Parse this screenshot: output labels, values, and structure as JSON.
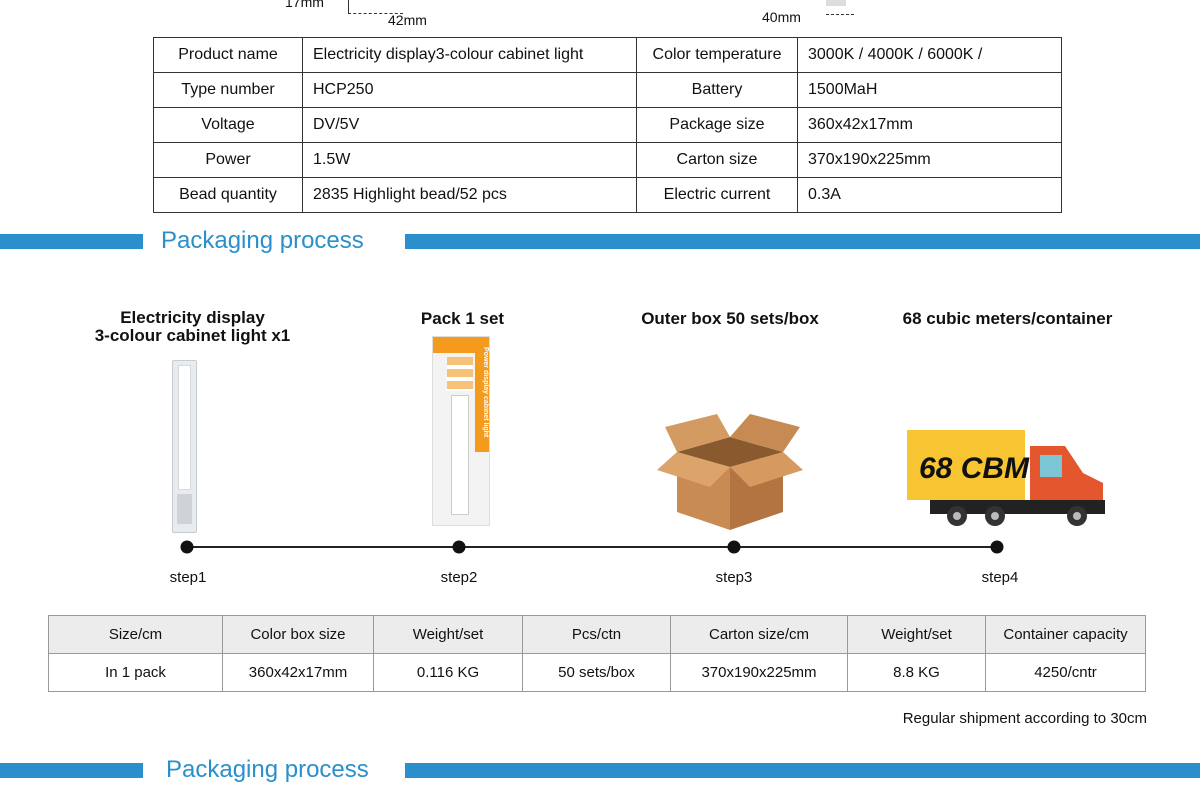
{
  "dimensions": {
    "height": "17mm",
    "width": "42mm",
    "side": "40mm"
  },
  "spec_table": [
    [
      "Product name",
      "Electricity display3-colour cabinet light",
      "Color temperature",
      "3000K / 4000K / 6000K /"
    ],
    [
      "Type number",
      "HCP250",
      "Battery",
      "1500MaH"
    ],
    [
      "Voltage",
      "DV/5V",
      "Package size",
      "360x42x17mm"
    ],
    [
      "Power",
      "1.5W",
      "Carton size",
      "370x190x225mm"
    ],
    [
      "Bead quantity",
      "2835 Highlight bead/52 pcs",
      "Electric current",
      "0.3A"
    ]
  ],
  "section_title": "Packaging process",
  "steps": [
    {
      "title": "Electricity display\n3-colour cabinet light x1",
      "label": "step1"
    },
    {
      "title": "Pack 1 set",
      "label": "step2",
      "box_text": "Power display cabinet light"
    },
    {
      "title": "Outer box 50 sets/box",
      "label": "step3"
    },
    {
      "title": "68 cubic meters/container",
      "label": "step4",
      "truck_text": "68 CBM"
    }
  ],
  "packing_table": {
    "headers": [
      "Size/cm",
      "Color box size",
      "Weight/set",
      "Pcs/ctn",
      "Carton size/cm",
      "Weight/set",
      "Container capacity"
    ],
    "rows": [
      [
        "In 1 pack",
        "360x42x17mm",
        "0.116 KG",
        "50 sets/box",
        "370x190x225mm",
        "8.8 KG",
        "4250/cntr"
      ]
    ]
  },
  "note": "Regular shipment according to 30cm",
  "colors": {
    "accent": "#2a8fcb",
    "box_orange": "#f49a1c"
  }
}
